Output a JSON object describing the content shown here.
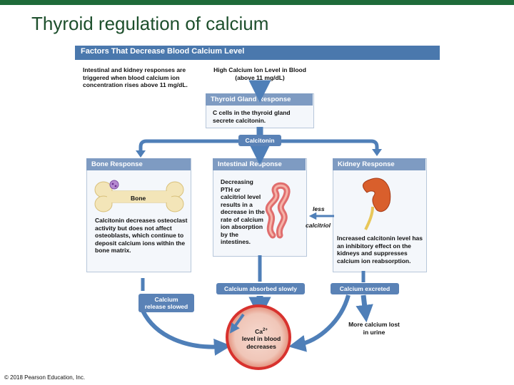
{
  "slide": {
    "title": "Thyroid regulation of calcium",
    "footer": "© 2018 Pearson Education, Inc."
  },
  "figure": {
    "header": "Factors That Decrease Blood Calcium Level",
    "intro_text": "Intestinal and kidney responses are triggered when blood calcium ion concentration rises above 11 mg/dL.",
    "trigger": {
      "line1": "High Calcium Ion Level in Blood",
      "line2": "(above 11 mg/dL)"
    },
    "thyroid": {
      "title": "Thyroid Gland Response",
      "text": "C cells in the thyroid gland secrete calcitonin."
    },
    "calcitonin_label": "Calcitonin",
    "bone": {
      "title": "Bone Response",
      "bone_label": "Bone",
      "text": "Calcitonin decreases osteoclast activity but does not affect osteoblasts, which continue to deposit calcium ions within the bone matrix."
    },
    "intestinal": {
      "title": "Intestinal Response",
      "text": "Decreasing PTH or calcitriol level results in a decrease in the rate of calcium ion absorption by the intestines."
    },
    "kidney": {
      "title": "Kidney Response",
      "text": "Increased calcitonin level has an inhibitory effect on the kidneys and suppresses calcium ion reabsorption."
    },
    "less_label": "less",
    "calcitriol_label": "calcitriol",
    "outcome_bone": {
      "line1": "Calcium",
      "line2": "release slowed"
    },
    "outcome_intestine": "Calcium absorbed slowly",
    "outcome_kidney": "Calcium excreted",
    "urine_note": {
      "line1": "More calcium lost",
      "line2": "in urine"
    },
    "result": {
      "ion": "Ca",
      "charge": "2+",
      "line1": "level in blood",
      "line2": "decreases"
    }
  },
  "colors": {
    "title": "#1d4f2c",
    "header": "#4a78ad",
    "box_head": "#7e9bc2",
    "arrow": "#4f7fb8",
    "blood": "#d8322e"
  }
}
